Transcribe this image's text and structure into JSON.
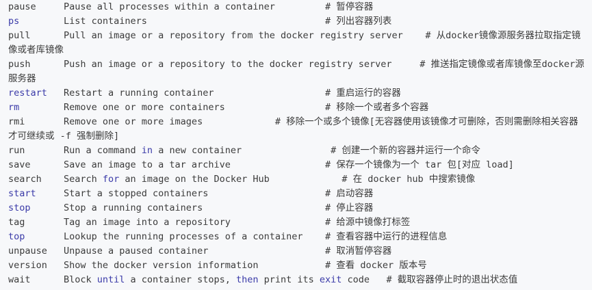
{
  "lines": [
    {
      "cmd": "pause",
      "cmd_kw": false,
      "parts": [
        "Pause all processes within a container"
      ],
      "comment": "# 暂停容器",
      "pad": 9
    },
    {
      "cmd": "ps",
      "cmd_kw": true,
      "parts": [
        "List containers"
      ],
      "comment": "# 列出容器列表",
      "pad": 32
    },
    {
      "cmd": "pull",
      "cmd_kw": false,
      "parts": [
        "Pull an image or a repository from the docker registry server"
      ],
      "comment": "# 从docker镜像源服务器拉取指定镜像或者库镜像",
      "pad": 4
    },
    {
      "cmd": "push",
      "cmd_kw": false,
      "parts": [
        "Push an image or a repository to the docker registry server"
      ],
      "comment": "# 推送指定镜像或者库镜像至docker源服务器",
      "pad": 5
    },
    {
      "cmd": "restart",
      "cmd_kw": true,
      "parts": [
        "Restart a running container"
      ],
      "comment": "# 重启运行的容器",
      "pad": 20
    },
    {
      "cmd": "rm",
      "cmd_kw": true,
      "parts": [
        "Remove one or more containers"
      ],
      "comment": "# 移除一个或者多个容器",
      "pad": 18
    },
    {
      "cmd": "rmi",
      "cmd_kw": false,
      "parts": [
        "Remove one or more images"
      ],
      "comment": "# 移除一个或多个镜像[无容器使用该镜像才可删除，否则需删除相关容器才可继续或 -f 强制删除]",
      "pad": 13
    },
    {
      "cmd": "run",
      "cmd_kw": false,
      "parts": [
        "Run a command ",
        {
          "kw": "in"
        },
        " a new container"
      ],
      "comment": "# 创建一个新的容器并运行一个命令",
      "pad": 16
    },
    {
      "cmd": "save",
      "cmd_kw": false,
      "parts": [
        "Save an image to a tar archive"
      ],
      "comment": "# 保存一个镜像为一个 tar 包[对应 load]",
      "pad": 17
    },
    {
      "cmd": "search",
      "cmd_kw": false,
      "parts": [
        "Search ",
        {
          "kw": "for"
        },
        " an image on the Docker Hub"
      ],
      "comment": "# 在 docker hub 中搜索镜像",
      "pad": 13
    },
    {
      "cmd": "start",
      "cmd_kw": true,
      "parts": [
        "Start a stopped containers"
      ],
      "comment": "# 启动容器",
      "pad": 21
    },
    {
      "cmd": "stop",
      "cmd_kw": true,
      "parts": [
        "Stop a running containers"
      ],
      "comment": "# 停止容器",
      "pad": 22
    },
    {
      "cmd": "tag",
      "cmd_kw": false,
      "parts": [
        "Tag an image into a repository"
      ],
      "comment": "# 给源中镜像打标签",
      "pad": 17
    },
    {
      "cmd": "top",
      "cmd_kw": true,
      "parts": [
        "Lookup the running processes of a container"
      ],
      "comment": "# 查看容器中运行的进程信息",
      "pad": 4
    },
    {
      "cmd": "unpause",
      "cmd_kw": false,
      "parts": [
        "Unpause a paused container"
      ],
      "comment": "# 取消暂停容器",
      "pad": 21
    },
    {
      "cmd": "version",
      "cmd_kw": false,
      "parts": [
        "Show the docker version information"
      ],
      "comment": "# 查看 docker 版本号",
      "pad": 12
    },
    {
      "cmd": "wait",
      "cmd_kw": false,
      "parts": [
        "Block ",
        {
          "kw": "until"
        },
        " a container stops, ",
        {
          "kw": "then"
        },
        " print its ",
        {
          "kw": "exit"
        },
        " code"
      ],
      "comment": "# 截取容器停止时的退出状态值",
      "pad": 3
    }
  ]
}
